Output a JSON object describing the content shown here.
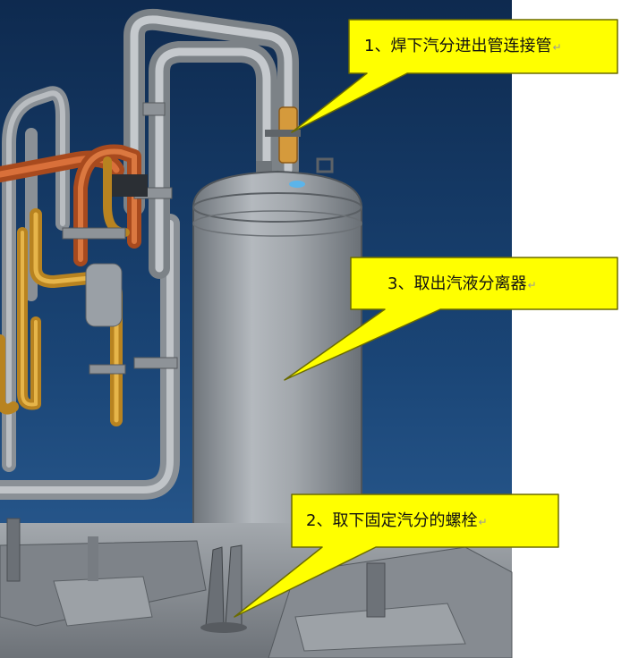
{
  "callouts": [
    {
      "text": "1、焊下汽分进出管连接管"
    },
    {
      "text": "3、取出汽液分离器"
    },
    {
      "text": "2、取下固定汽分的螺栓"
    }
  ],
  "paragraph_mark": "↵",
  "colors": {
    "background_blue": "#17375e",
    "background_blue_light": "#2d5d91",
    "callout_fill": "#ffff00",
    "callout_stroke": "#7a7a00",
    "tank_gray": "#9aa0a6",
    "pipe_gray": "#a9aeb3",
    "pipe_copper": "#c7612e",
    "pipe_gold": "#d9a441",
    "base_gray": "#8f949a"
  }
}
